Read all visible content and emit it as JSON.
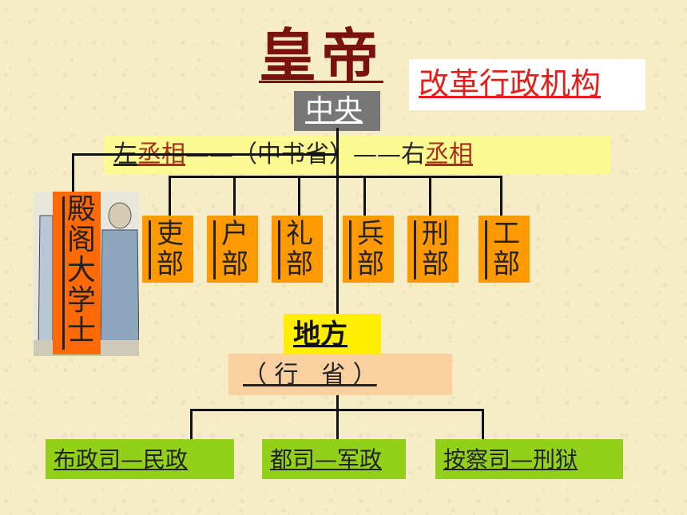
{
  "title": "皇帝",
  "reform_label": "改革行政机构",
  "central_label": "中央",
  "chancellor_row": {
    "left_prefix": "左",
    "left_chancellor": "丞相",
    "middle": "——（中书省）——",
    "right_prefix": "右",
    "right_chancellor": "丞相"
  },
  "ministries": [
    {
      "line1": "吏",
      "line2": "部"
    },
    {
      "line1": "户",
      "line2": "部"
    },
    {
      "line1": "礼",
      "line2": "部"
    },
    {
      "line1": "兵",
      "line2": "部"
    },
    {
      "line1": "刑",
      "line2": "部"
    },
    {
      "line1": "工",
      "line2": "部"
    }
  ],
  "grand_secretary": [
    "殿",
    "阁",
    "大",
    "学",
    "士"
  ],
  "local_label": "地方",
  "province_label": "（ 行   省 ）",
  "local_offices": [
    "布政司—民政",
    "都司—军政",
    "按察司—刑狱"
  ],
  "colors": {
    "background": "#f6ecc6",
    "title": "#7a1212",
    "reform_text": "#e0201a",
    "ministry_box": "#ff9900",
    "scholar_box": "#ff6a06",
    "local_box": "#ffee00",
    "office_box": "#92d01a"
  }
}
